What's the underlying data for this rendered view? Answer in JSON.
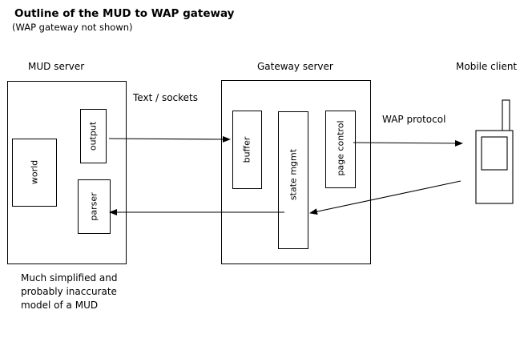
{
  "title": "Outline of the MUD to WAP gateway",
  "subtitle": "(WAP gateway not shown)",
  "servers": {
    "mud": {
      "label": "MUD server"
    },
    "gateway": {
      "label": "Gateway server"
    },
    "mobile": {
      "label": "Mobile client"
    }
  },
  "components": {
    "world": "world",
    "output": "output",
    "parser": "parser",
    "buffer": "buffer",
    "state": "state mgmt",
    "page_control": "page control"
  },
  "links": {
    "text_sockets": "Text / sockets",
    "wap_protocol": "WAP protocol"
  },
  "note": "Much simplified and probably inaccurate model of a MUD"
}
